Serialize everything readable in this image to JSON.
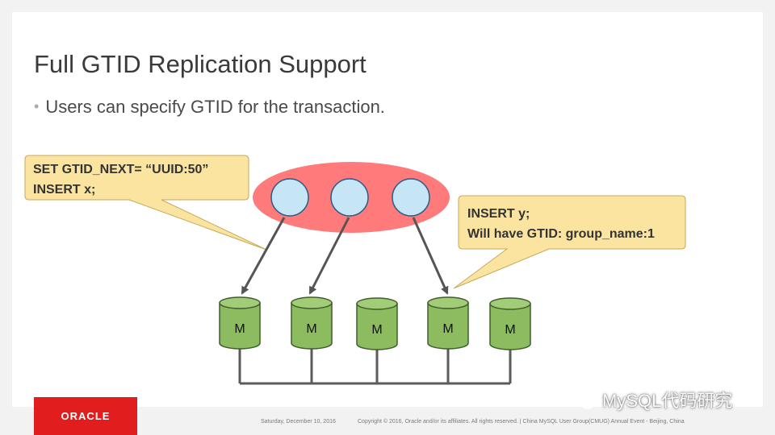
{
  "slide": {
    "title": "Full GTID Replication Support",
    "bullet": "Users can specify GTID for the transaction."
  },
  "callouts": {
    "left": {
      "line1": "SET GTID_NEXT= “UUID:50”",
      "line2": "INSERT x;"
    },
    "right": {
      "line1": "INSERT y;",
      "line2": "Will have GTID: group_name:1"
    }
  },
  "members": [
    "M",
    "M",
    "M",
    "M",
    "M"
  ],
  "footer": {
    "date": "Saturday, December 10, 2016",
    "copyright": "Copyright © 2016, Oracle and/or its affiliates. All rights reserved.   |  China MySQL User Group(CMUG) Annual Event - Beijing, China",
    "logo": "ORACLE"
  },
  "watermark": "MySQL代码研究",
  "colors": {
    "callout_fill": "#fbe4a0",
    "group_ellipse": "#ff7b7b",
    "node_fill": "#c7e6f5",
    "db_fill": "#8dbb5f",
    "oracle_red": "#e11d1d"
  }
}
